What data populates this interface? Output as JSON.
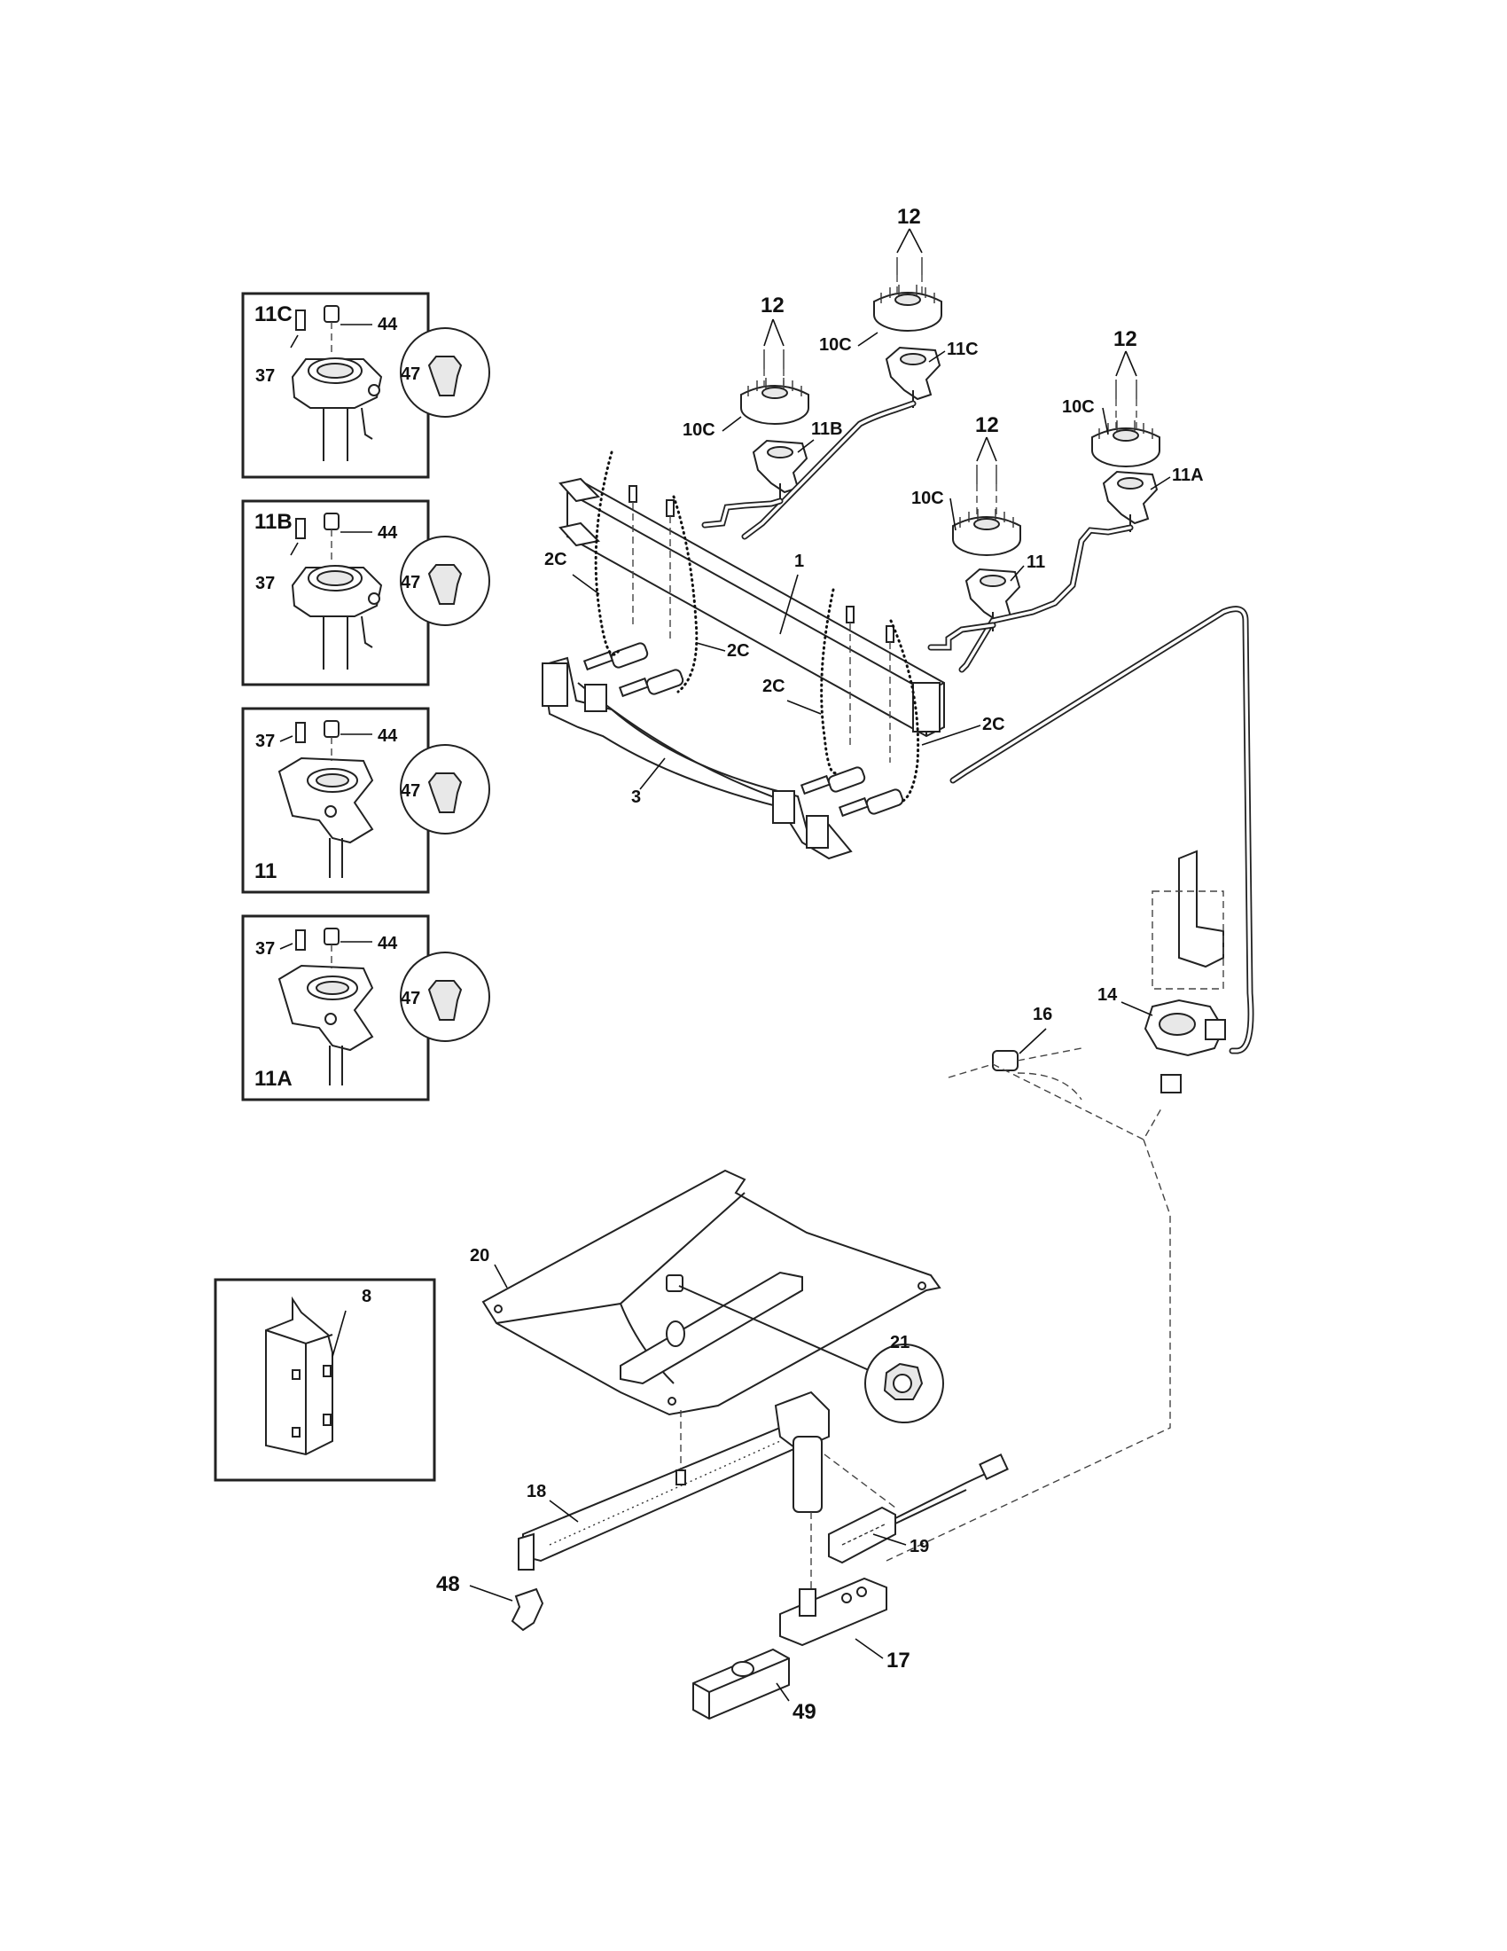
{
  "inset_labels": {
    "inset_11c": {
      "title": "11C",
      "screw": "37",
      "cap": "44",
      "circle": "47"
    },
    "inset_11b": {
      "title": "11B",
      "screw": "37",
      "cap": "44",
      "circle": "47"
    },
    "inset_11": {
      "title": "11",
      "screw": "37",
      "cap": "44",
      "circle": "47"
    },
    "inset_11a": {
      "title": "11A",
      "screw": "37",
      "cap": "44",
      "circle": "47"
    },
    "inset_8": {
      "title": "8"
    }
  },
  "callouts": {
    "screws_a": "12",
    "screws_b": "12",
    "screws_c": "12",
    "screws_d": "12",
    "burner_cap_b": "10C",
    "burner_cap_c": "10C",
    "burner_cap_d": "10C",
    "burner_cap_e": "10C",
    "burner_11c": "11C",
    "burner_11b": "11B",
    "burner_11a": "11A",
    "burner_11": "11",
    "manifold": "1",
    "bracket": "3",
    "wire_left": "2C",
    "wire_mid_left": "2C",
    "wire_mid_right": "2C",
    "wire_right": "2C",
    "regulator": "14",
    "hose": "16",
    "baffle": "20",
    "nut": "21",
    "oven_burner": "18",
    "igniter": "19",
    "oven_valve": "17",
    "clip": "48",
    "valve_bracket": "49"
  }
}
